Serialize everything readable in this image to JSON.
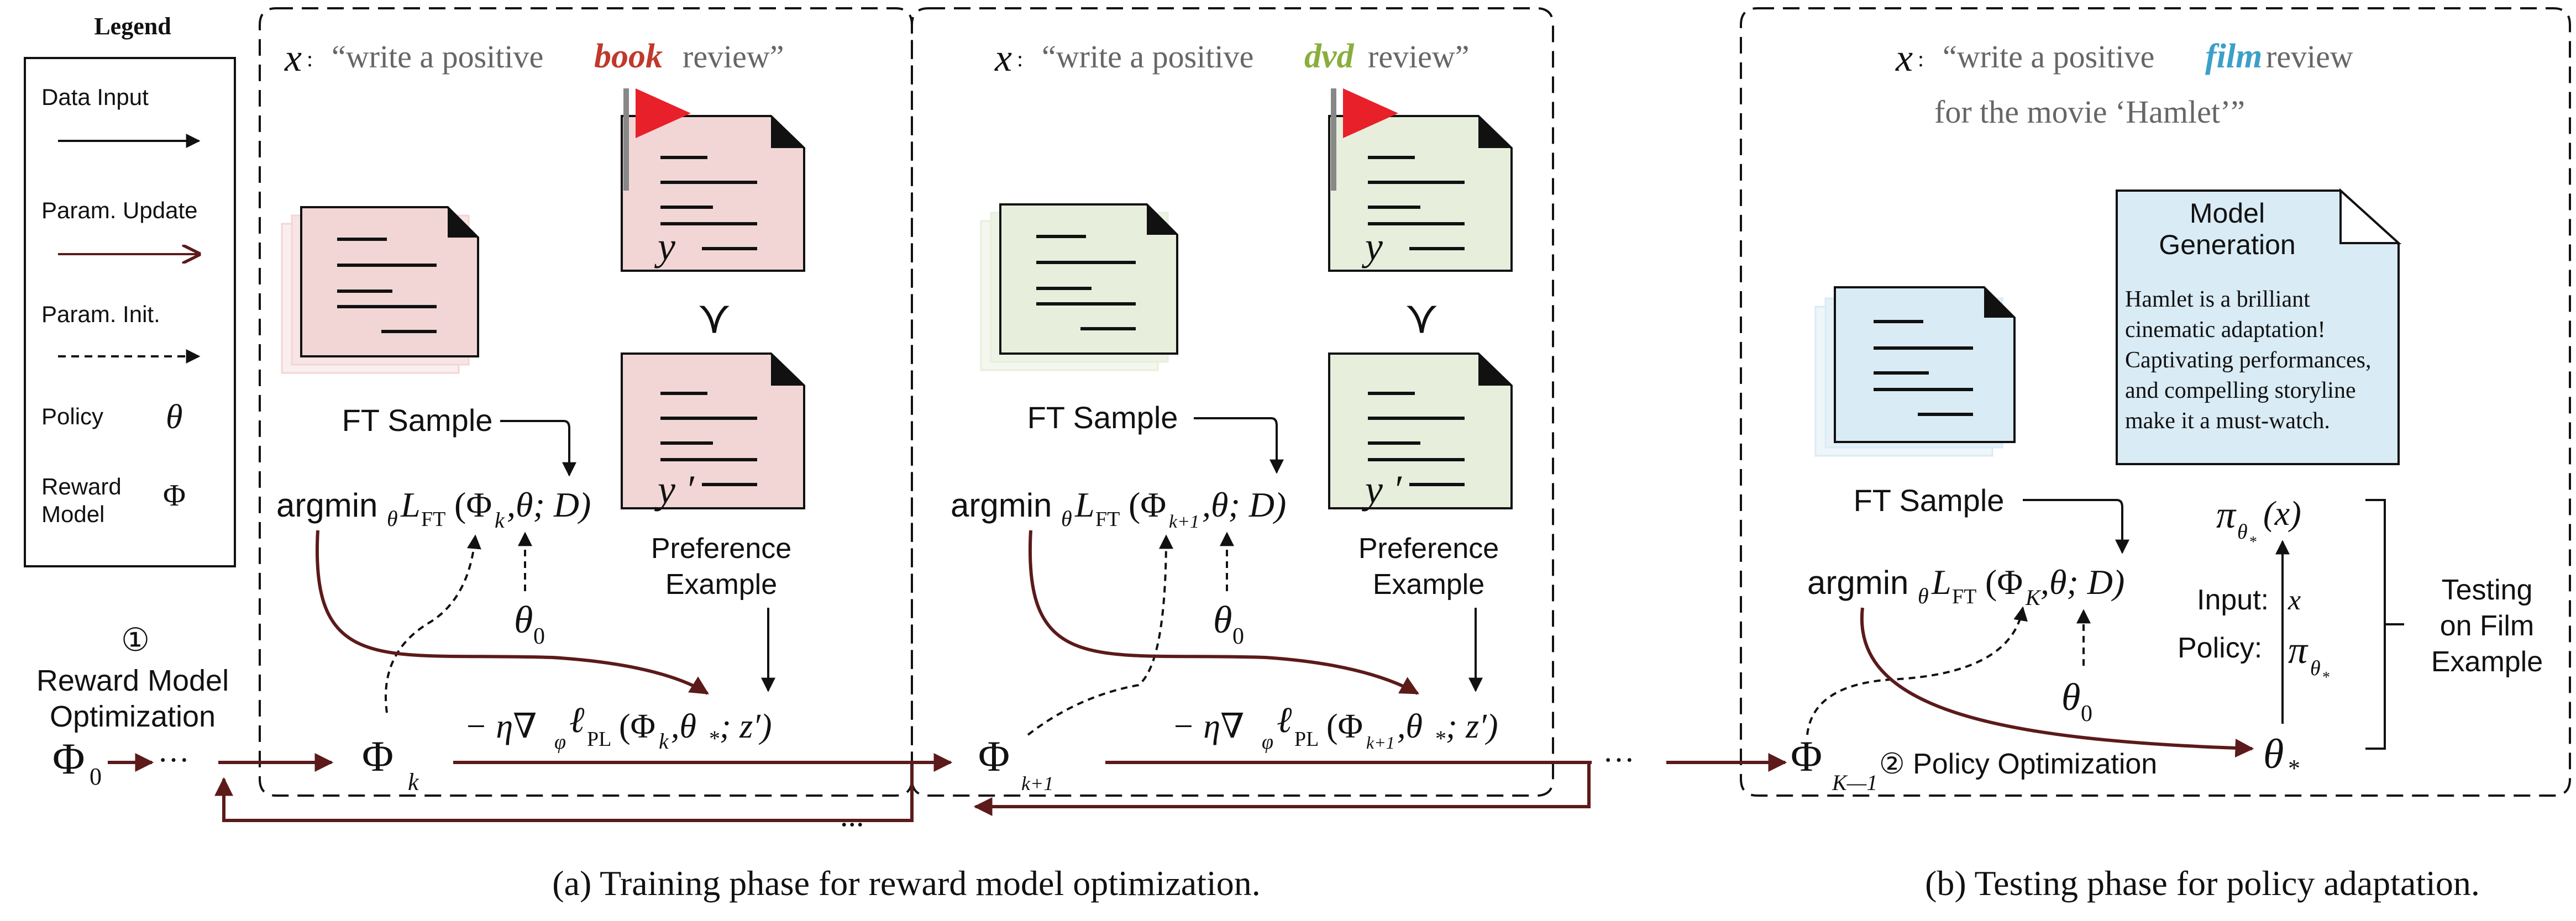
{
  "legend": {
    "title": "Legend",
    "items": [
      {
        "label": "Data Input",
        "style": "solid-black"
      },
      {
        "label": "Param. Update",
        "style": "solid-brown"
      },
      {
        "label": "Param. Init.",
        "style": "dashed-black"
      },
      {
        "label": "Policy",
        "symbol": "θ"
      },
      {
        "label_line1": "Reward",
        "label_line2": "Model",
        "symbol": "Φ"
      }
    ]
  },
  "colors": {
    "brown": "#5c1a1a",
    "book_fill": "#f2d6d6",
    "book_text": "#c0392b",
    "dvd_fill": "#e7efdc",
    "dvd_text": "#8aae3c",
    "film_fill": "#d9ebf4",
    "film_text": "#3aa0c8",
    "flag": "#e8202a",
    "line": "#111111"
  },
  "panel_a": {
    "prompt_var": "x",
    "prompt_colon": ":",
    "prompt_pre": "“write a positive",
    "prompt_word": "book",
    "prompt_post": "review”",
    "ft_sample": "FT Sample",
    "argmin": "argmin",
    "argmin_sub": "θ",
    "loss": "L",
    "loss_sub": "FT",
    "loss_args_open": "(Φ",
    "loss_args_sub": "k",
    "loss_args_close": ",θ; D)",
    "theta0": "θ",
    "theta0_sub": "0",
    "y_label": "y",
    "yprime_label": "y ′",
    "succ": "≻",
    "pref_line1": "Preference",
    "pref_line2": "Example",
    "phi": "Φ",
    "phi_sub": "k",
    "update_pre": "− η∇",
    "update_grad_sub": "φ",
    "update_ell": "ℓ",
    "update_ell_sub": "PL",
    "update_open": "(Φ",
    "update_phi_sub": "k",
    "update_close": ",θ",
    "update_star": "*",
    "update_end": "; z′)"
  },
  "panel_a2": {
    "prompt_var": "x",
    "prompt_colon": ":",
    "prompt_pre": "“write a positive",
    "prompt_word": "dvd",
    "prompt_post": "review”",
    "ft_sample": "FT Sample",
    "argmin": "argmin",
    "argmin_sub": "θ",
    "loss": "L",
    "loss_sub": "FT",
    "loss_args_open": "(Φ",
    "loss_args_sub": "k+1",
    "loss_args_close": ",θ; D)",
    "theta0": "θ",
    "theta0_sub": "0",
    "y_label": "y",
    "yprime_label": "y ′",
    "succ": "≻",
    "pref_line1": "Preference",
    "pref_line2": "Example",
    "phi": "Φ",
    "phi_sub": "k+1",
    "update_pre": "− η∇",
    "update_grad_sub": "φ",
    "update_ell": "ℓ",
    "update_ell_sub": "PL",
    "update_open": "(Φ",
    "update_phi_sub": "k+1",
    "update_close": ",θ",
    "update_star": "*",
    "update_end": "; z′)"
  },
  "left_flow": {
    "circled": "①",
    "line1": "Reward Model",
    "line2": "Optimization",
    "phi0": "Φ",
    "phi0_sub": "0",
    "dots": "···",
    "bottom_dots": "...",
    "mid_dots": "···"
  },
  "panel_b": {
    "prompt_var": "x",
    "prompt_colon": ":",
    "prompt_pre": "“write a positive",
    "prompt_word": "film",
    "prompt_post": "review",
    "prompt_line2": "for the movie ‘Hamlet’”",
    "gen_title1": "Model",
    "gen_title2": "Generation",
    "gen_lines": [
      "Hamlet is a brilliant",
      "cinematic adaptation!",
      "Captivating performances,",
      "and compelling storyline",
      "make it a must-watch."
    ],
    "ft_sample": "FT Sample",
    "argmin": "argmin",
    "argmin_sub": "θ",
    "loss": "L",
    "loss_sub": "FT",
    "loss_args_open": "(Φ",
    "loss_args_sub": "K",
    "loss_args_close": ",θ; D)",
    "theta0": "θ",
    "theta0_sub": "0",
    "pi": "π",
    "pi_sub": "θ",
    "pi_subsub": "*",
    "pi_arg": "(x)",
    "input_label": "Input:",
    "input_val": "x",
    "policy_label": "Policy:",
    "testing_line1": "Testing",
    "testing_line2": "on Film",
    "testing_line3": "Example",
    "phi": "Φ",
    "phi_sub": "K—1",
    "policy_opt": "② Policy Optimization",
    "theta_star": "θ",
    "theta_star_sub": "*"
  },
  "captions": {
    "a": "(a) Training phase for reward model optimization.",
    "b": "(b) Testing phase for policy adaptation."
  }
}
